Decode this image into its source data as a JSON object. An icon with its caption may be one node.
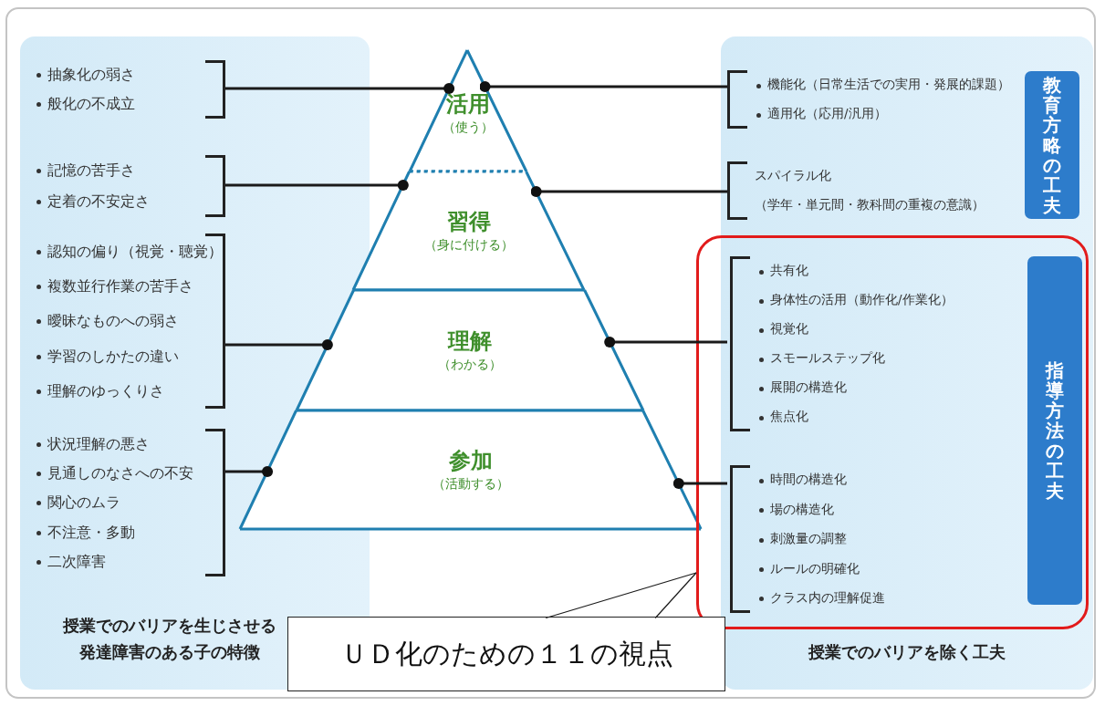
{
  "diagram": {
    "nodes": [
      {
        "text": [
          "授業でのバリアを生じさせる発達障害のある子の特徴"
        ]
      },
      {
        "text": [
          "抽象化の弱さ",
          "般化の不成立"
        ],
        "in": 0
      },
      {
        "text": [
          "記憶の苦手さ",
          "定着の不安定さ"
        ],
        "in": 0
      },
      {
        "text": [
          "認知の偏り（視覚・聴覚）",
          "複数並行作業の苦手さ",
          "曖昧なものへの弱さ",
          "学習のしかたの違い",
          "理解のゆっくりさ"
        ],
        "in": 0
      },
      {
        "text": [
          "状況理解の悪さ",
          "見通しのなさへの不安",
          "関心のムラ",
          "不注意・多動",
          "二次障害"
        ],
        "in": 0
      },
      {
        "text": [
          "活用",
          "（使う）"
        ]
      },
      {
        "text": [
          "習得",
          "（身に付ける）"
        ]
      },
      {
        "text": [
          "理解",
          "（わかる）"
        ]
      },
      {
        "text": [
          "参加",
          "（活動する）"
        ]
      },
      {
        "text": [
          "授業でのバリアを除く工夫"
        ]
      },
      {
        "text": [
          "機能化（日常生活での実用・発展的課題）",
          "適用化（応用/汎用）"
        ],
        "in": 9
      },
      {
        "text": [
          "スパイラル化",
          "（学年・単元間・教科間の重複の意識）"
        ],
        "in": 9
      },
      {
        "text": [
          "教育方略の工夫"
        ],
        "in": 9
      },
      {
        "text": [],
        "shape": "box"
      },
      {
        "text": [
          "共有化",
          "身体性の活用（動作化/作業化）",
          "視覚化",
          "スモールステップ化",
          "展開の構造化",
          "焦点化"
        ],
        "in": 13
      },
      {
        "text": [
          "時間の構造化",
          "場の構造化",
          "刺激量の調整",
          "ルールの明確化",
          "クラス内の理解促進"
        ],
        "in": 13
      },
      {
        "text": [
          "指導方法の工夫"
        ],
        "in": 13
      },
      {
        "text": [
          "ＵＤ化のための１１の視点"
        ]
      }
    ],
    "edges": [
      {
        "from": 1,
        "to": 5,
        "arrow": "other"
      },
      {
        "from": 2,
        "to": 6,
        "arrow": "other"
      },
      {
        "from": 3,
        "to": 7,
        "arrow": "other"
      },
      {
        "from": 4,
        "to": 8,
        "arrow": "other"
      },
      {
        "from": 10,
        "to": 5,
        "arrow": "other"
      },
      {
        "from": 11,
        "to": 6,
        "arrow": "other"
      },
      {
        "from": 14,
        "to": 7,
        "arrow": "other"
      },
      {
        "from": 15,
        "to": 8,
        "arrow": "other"
      },
      {
        "from": 17,
        "to": 13,
        "arrow": "none"
      }
    ]
  }
}
